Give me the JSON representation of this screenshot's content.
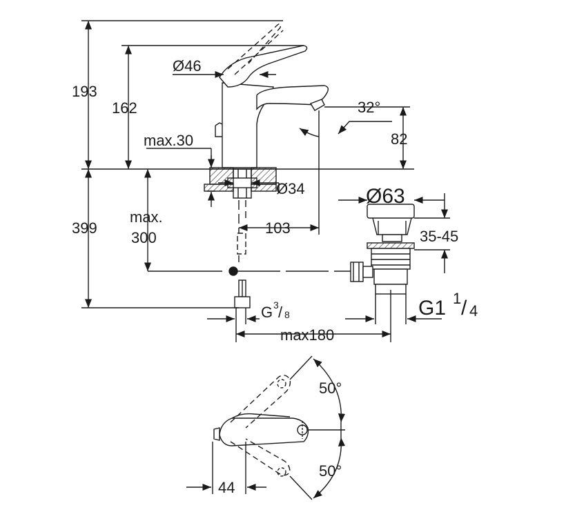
{
  "dimensions": {
    "h_total": "193",
    "h_spout": "162",
    "d_handle": "Ø46",
    "spout_angle": "32°",
    "spout_height": "82",
    "max_thickness": "max.30",
    "d_hole": "Ø34",
    "reach": "103",
    "below_total": "399",
    "below_max_label": "max.",
    "below_max_value": "300",
    "drain_diameter": "Ø63",
    "drain_range": "35-45",
    "thread_g": "G",
    "thread_g_sup": "3",
    "thread_g_sub": "8",
    "thread_g1": "G1",
    "thread_g1_sup": "1",
    "thread_g1_sub": "4",
    "max_distance": "max180",
    "rotation_upper": "50°",
    "rotation_lower": "50°",
    "lever_offset": "44"
  },
  "colors": {
    "line": "#1a1a1a",
    "fill_light": "#e6e6e6",
    "background": "#ffffff"
  }
}
